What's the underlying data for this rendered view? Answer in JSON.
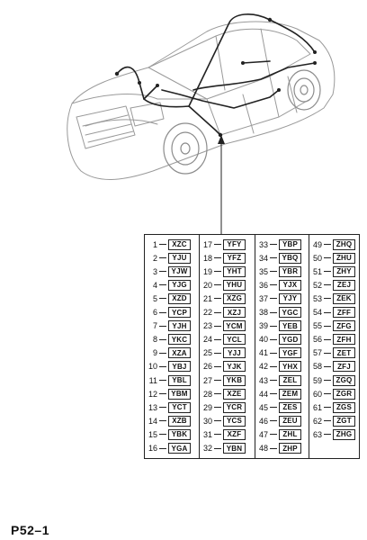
{
  "diagram_id": "P52–1",
  "legend": [
    [
      {
        "n": "1",
        "c": "XZC"
      },
      {
        "n": "2",
        "c": "YJU"
      },
      {
        "n": "3",
        "c": "YJW"
      },
      {
        "n": "4",
        "c": "YJG"
      },
      {
        "n": "5",
        "c": "XZD"
      },
      {
        "n": "6",
        "c": "YCP"
      },
      {
        "n": "7",
        "c": "YJH"
      },
      {
        "n": "8",
        "c": "YKC"
      },
      {
        "n": "9",
        "c": "XZA"
      },
      {
        "n": "10",
        "c": "YBJ"
      },
      {
        "n": "11",
        "c": "YBL"
      },
      {
        "n": "12",
        "c": "YBM"
      },
      {
        "n": "13",
        "c": "YCT"
      },
      {
        "n": "14",
        "c": "XZB"
      },
      {
        "n": "15",
        "c": "YBK"
      },
      {
        "n": "16",
        "c": "YGA"
      }
    ],
    [
      {
        "n": "17",
        "c": "YFY"
      },
      {
        "n": "18",
        "c": "YFZ"
      },
      {
        "n": "19",
        "c": "YHT"
      },
      {
        "n": "20",
        "c": "YHU"
      },
      {
        "n": "21",
        "c": "XZG"
      },
      {
        "n": "22",
        "c": "XZJ"
      },
      {
        "n": "23",
        "c": "YCM"
      },
      {
        "n": "24",
        "c": "YCL"
      },
      {
        "n": "25",
        "c": "YJJ"
      },
      {
        "n": "26",
        "c": "YJK"
      },
      {
        "n": "27",
        "c": "YKB"
      },
      {
        "n": "28",
        "c": "XZE"
      },
      {
        "n": "29",
        "c": "YCR"
      },
      {
        "n": "30",
        "c": "YCS"
      },
      {
        "n": "31",
        "c": "XZF"
      },
      {
        "n": "32",
        "c": "YBN"
      }
    ],
    [
      {
        "n": "33",
        "c": "YBP"
      },
      {
        "n": "34",
        "c": "YBQ"
      },
      {
        "n": "35",
        "c": "YBR"
      },
      {
        "n": "36",
        "c": "YJX"
      },
      {
        "n": "37",
        "c": "YJY"
      },
      {
        "n": "38",
        "c": "YGC"
      },
      {
        "n": "39",
        "c": "YEB"
      },
      {
        "n": "40",
        "c": "YGD"
      },
      {
        "n": "41",
        "c": "YGF"
      },
      {
        "n": "42",
        "c": "YHX"
      },
      {
        "n": "43",
        "c": "ZEL"
      },
      {
        "n": "44",
        "c": "ZEM"
      },
      {
        "n": "45",
        "c": "ZES"
      },
      {
        "n": "46",
        "c": "ZEU"
      },
      {
        "n": "47",
        "c": "ZHL"
      },
      {
        "n": "48",
        "c": "ZHP"
      }
    ],
    [
      {
        "n": "49",
        "c": "ZHQ"
      },
      {
        "n": "50",
        "c": "ZHU"
      },
      {
        "n": "51",
        "c": "ZHY"
      },
      {
        "n": "52",
        "c": "ZEJ"
      },
      {
        "n": "53",
        "c": "ZEK"
      },
      {
        "n": "54",
        "c": "ZFF"
      },
      {
        "n": "55",
        "c": "ZFG"
      },
      {
        "n": "56",
        "c": "ZFH"
      },
      {
        "n": "57",
        "c": "ZET"
      },
      {
        "n": "58",
        "c": "ZFJ"
      },
      {
        "n": "59",
        "c": "ZGQ"
      },
      {
        "n": "60",
        "c": "ZGR"
      },
      {
        "n": "61",
        "c": "ZGS"
      },
      {
        "n": "62",
        "c": "ZGT"
      },
      {
        "n": "63",
        "c": "ZHG"
      }
    ]
  ]
}
